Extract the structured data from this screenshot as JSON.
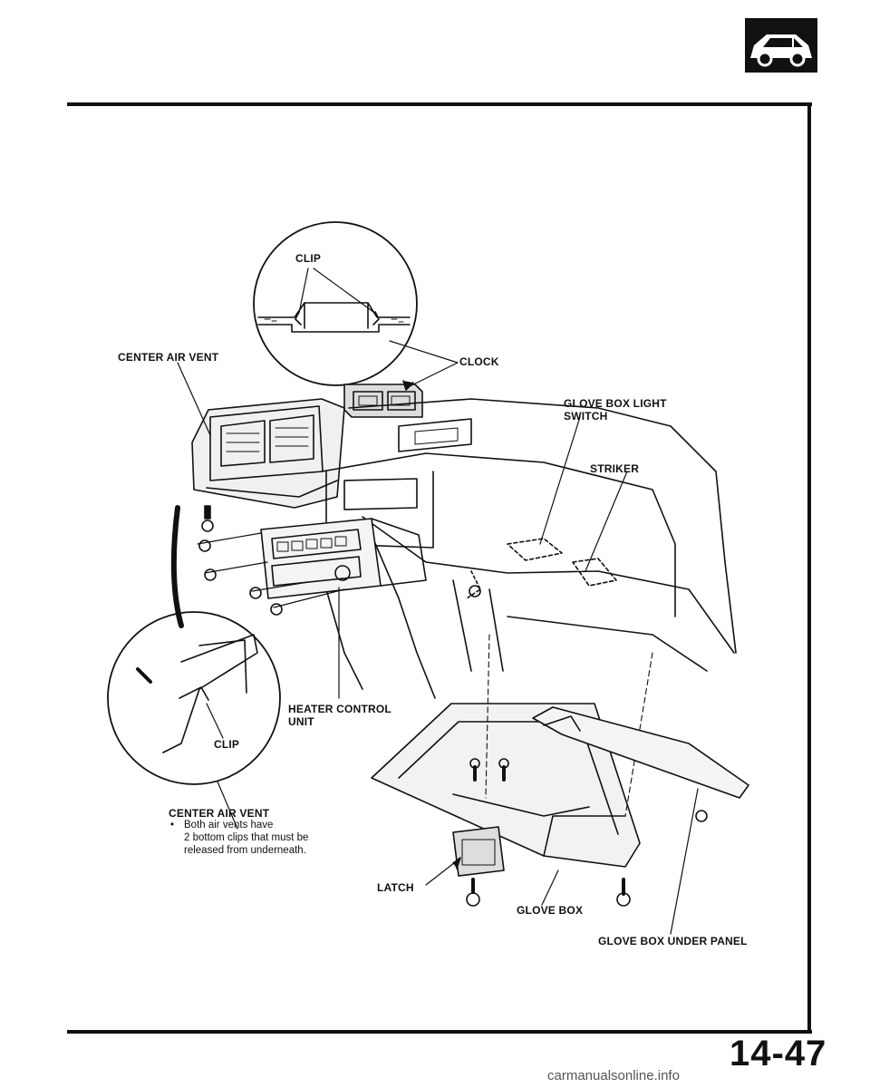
{
  "labels": {
    "clip_top": "CLIP",
    "center_air_vent_top": "CENTER AIR VENT",
    "clock": "CLOCK",
    "glove_box_light_switch_line1": "GLOVE BOX LIGHT",
    "glove_box_light_switch_line2": "SWITCH",
    "striker": "STRIKER",
    "heater_control_unit_line1": "HEATER CONTROL",
    "heater_control_unit_line2": "UNIT",
    "clip_bottom": "CLIP",
    "center_air_vent_bottom": "CENTER AIR VENT",
    "latch": "LATCH",
    "glove_box": "GLOVE BOX",
    "glove_box_under_panel": "GLOVE BOX UNDER PANEL"
  },
  "note": {
    "bullet": "•",
    "line1": "Both air vents have",
    "line2": "2 bottom clips that must be",
    "line3": "released from underneath."
  },
  "page_number": "14-47",
  "watermark": "carmanualsonline.info",
  "icons": [
    "car-section-icon"
  ]
}
